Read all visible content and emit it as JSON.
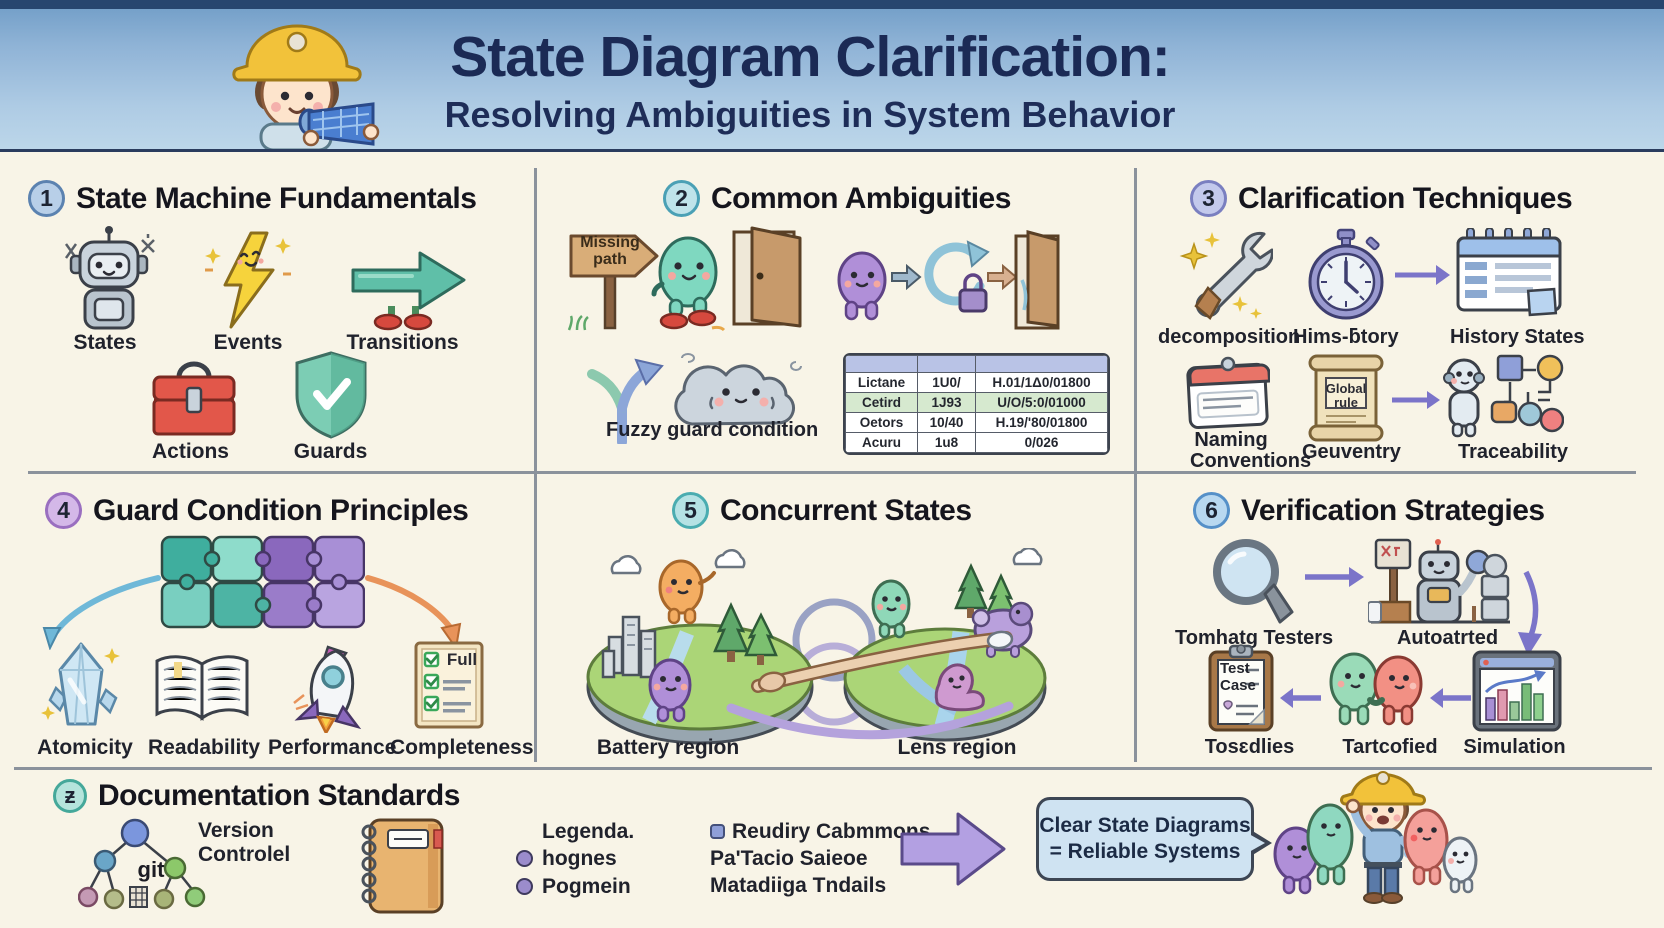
{
  "header": {
    "title": "State Diagram Clarification:",
    "subtitle": "Resolving Ambiguities in System Behavior"
  },
  "palette": {
    "header_blue": "#8fb3d6",
    "background_cream": "#f8f4e7",
    "title_navy": "#1b2a55",
    "accent_teal": "#5fbfa8",
    "accent_purple": "#9b7fc7",
    "arrow_purple": "#7b74c9"
  },
  "s1": {
    "number": "1",
    "title": "State Machine Fundamentals",
    "labels": {
      "states": "States",
      "events": "Events",
      "transitions": "Transitions",
      "actions": "Actions",
      "guards": "Guards"
    }
  },
  "s2": {
    "number": "2",
    "title": "Common Ambiguities",
    "sign_line1": "Missing",
    "sign_line2": "path",
    "caption": "Fuzzy guard condition",
    "table": {
      "rows": [
        [
          "Lictane",
          "1U0/",
          "H.01/1Δ0/01800"
        ],
        [
          "Cetird",
          "1J93",
          "U/O/5:0/01000"
        ],
        [
          "Oetors",
          "10/40",
          "H.19/'80/01800"
        ],
        [
          "Acuru",
          "1u8",
          "0/026"
        ]
      ]
    }
  },
  "s3": {
    "number": "3",
    "title": "Clarification Techniques",
    "labels": {
      "decomposition": "decomposition",
      "time_story": "Hims-ƃtory",
      "history_states": "History States",
      "naming_1": "Naming",
      "naming_2": "Conventions",
      "geuventry": "Geuventry",
      "traceability": "Traceability"
    },
    "scroll_line1": "Global",
    "scroll_line2": "rule"
  },
  "s4": {
    "number": "4",
    "title": "Guard Condition Principles",
    "labels": {
      "atomicity": "Atomicity",
      "readability": "Readability",
      "performance": "Performance",
      "completeness": "Completeness"
    },
    "checklist_tag": "Full"
  },
  "s5": {
    "number": "5",
    "title": "Concurrent States",
    "labels": {
      "battery": "Battery region",
      "lens": "Lens region"
    }
  },
  "s6": {
    "number": "6",
    "title": "Verification Strategies",
    "labels": {
      "testers": "Tomhatg Testers",
      "automated": "Autoatrted",
      "test_cases": "Tosɛdlies",
      "verified": "Tartcofied",
      "simulation": "Simulation"
    },
    "clipboard_line1": "Test",
    "clipboard_line2": "Case"
  },
  "s7": {
    "number": "ƶ",
    "title": "Documentation Standards",
    "git_label": "git",
    "version_line1": "Version",
    "version_line2": "Controlel",
    "legend_title": "Legenda.",
    "legend_items": [
      "hognes",
      "Pogmein"
    ],
    "list_line1": "Reudiry Cabmmons",
    "list_line2": "Pa'Tacio Saieoe",
    "list_line3": "Matadiiga Tndails",
    "bubble_line1": "Clear State Diagrams",
    "bubble_line2": "= Reliable Systems"
  }
}
